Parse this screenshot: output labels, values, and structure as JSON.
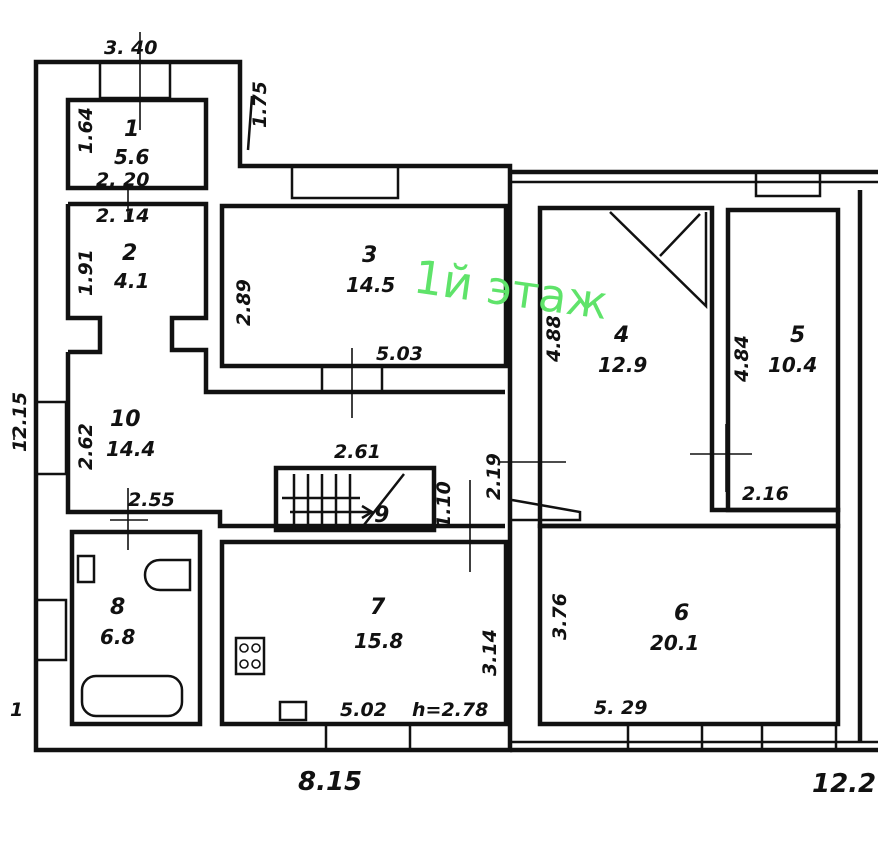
{
  "floor_label": "1й этаж",
  "rooms": [
    {
      "id": "room-1",
      "number": "1",
      "area": "5.6"
    },
    {
      "id": "room-2",
      "number": "2",
      "area": "4.1"
    },
    {
      "id": "room-3",
      "number": "3",
      "area": "14.5"
    },
    {
      "id": "room-4",
      "number": "4",
      "area": "12.9"
    },
    {
      "id": "room-5",
      "number": "5",
      "area": "10.4"
    },
    {
      "id": "room-6",
      "number": "6",
      "area": "20.1"
    },
    {
      "id": "room-7",
      "number": "7",
      "area": "15.8"
    },
    {
      "id": "room-8",
      "number": "8",
      "area": "6.8"
    },
    {
      "id": "room-9",
      "number": "9",
      "area": ""
    },
    {
      "id": "room-10",
      "number": "10",
      "area": "14.4"
    }
  ],
  "dimensions": {
    "top_width": "3. 40",
    "room1_height": "1.64",
    "room1_width": "2. 20",
    "corner_height": "1.75",
    "room2_width": "2. 14",
    "room2_height": "1.91",
    "room3_height": "2.89",
    "room3_width": "5.03",
    "room4_height": "4.88",
    "room5_height": "4.84",
    "room5_width": "2.16",
    "left_total": "12.15",
    "room10_height": "2.62",
    "stair_width": "2.61",
    "corridor_height": "2.19",
    "stair_height": "1.10",
    "room8_width": "2.55",
    "room7_height": "3.14",
    "room7_width": "5.02",
    "ceiling_height": "h=2.78",
    "room6_height": "3.76",
    "room6_width": "5. 29",
    "bottom_width": "8.15",
    "bottom_right": "12.2",
    "left_mark": "1"
  }
}
